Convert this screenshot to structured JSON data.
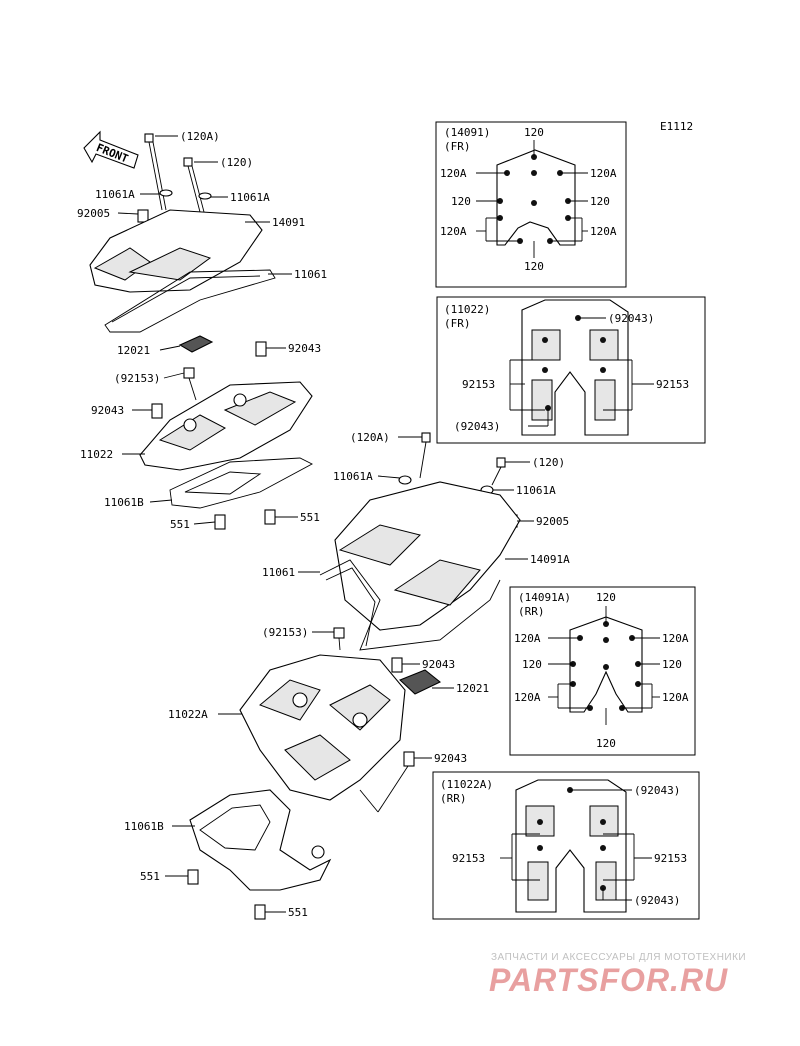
{
  "diagram_code": "E1112",
  "front_label": "FRONT",
  "labels": {
    "bolt_120a_1": "(120A)",
    "bolt_120_1": "(120)",
    "washer_11061a_l": "11061A",
    "washer_11061a_r": "11061A",
    "grommet_92005": "92005",
    "cover_14091": "14091",
    "gasket_11061": "11061",
    "gasket_12021": "12021",
    "dowel_92043_top": "92043",
    "bolt_92153": "(92153)",
    "dowel_92043_left": "92043",
    "head_11022": "11022",
    "gasket_11061b": "11061B",
    "plug_551_l": "551",
    "plug_551_r": "551",
    "bolt_120a_2": "(120A)",
    "bolt_120_2": "(120)",
    "washer_11061a_2l": "11061A",
    "washer_11061a_2r": "11061A",
    "grommet_92005_2": "92005",
    "cover_14091a": "14091A",
    "gasket_11061_2": "11061",
    "bolt_92153_2": "(92153)",
    "dowel_92043_2": "92043",
    "gasket_12021_2": "12021",
    "head_11022a": "11022A",
    "dowel_92043_3": "92043",
    "gasket_11061b_2": "11061B",
    "plug_551_2l": "551",
    "plug_551_2r": "551"
  },
  "insets": {
    "cover_fr": {
      "title": "(14091)",
      "sub": "(FR)",
      "top": "120",
      "bottom": "120",
      "l1": "120A",
      "l2": "120",
      "l3": "120A",
      "r1": "120A",
      "r2": "120",
      "r3": "120A"
    },
    "head_fr": {
      "title": "(11022)",
      "sub": "(FR)",
      "tr": "(92043)",
      "l": "92153",
      "r": "92153",
      "bl": "(92043)"
    },
    "cover_rr": {
      "title": "(14091A)",
      "sub": "(RR)",
      "top": "120",
      "bottom": "120",
      "l1": "120A",
      "l2": "120",
      "l3": "120A",
      "r1": "120A",
      "r2": "120",
      "r3": "120A"
    },
    "head_rr": {
      "title": "(11022A)",
      "sub": "(RR)",
      "tr": "(92043)",
      "l": "92153",
      "r": "92153",
      "br": "(92043)"
    }
  },
  "watermark": {
    "tagline": "ЗАПЧАСТИ И АКСЕССУАРЫ ДЛЯ МОТОТЕХНИКИ",
    "logo": "PARTSFOR.RU"
  }
}
